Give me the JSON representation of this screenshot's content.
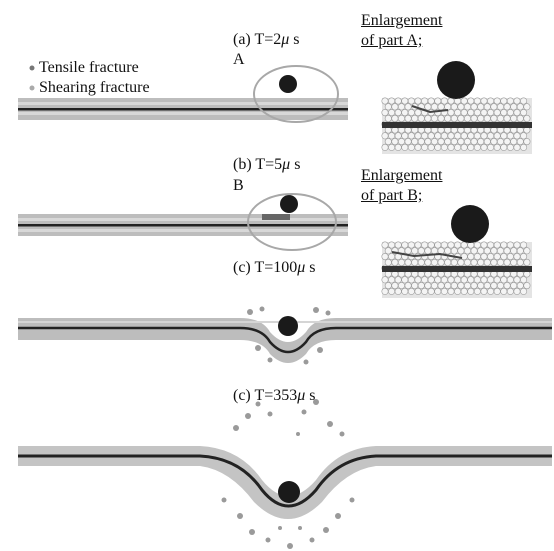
{
  "legend": {
    "tensile": "Tensile fracture",
    "shearing": "Shearing fracture"
  },
  "panels": {
    "a": {
      "prefix": "(a) T=2",
      "mu": "μ",
      "unit": "s",
      "marker": "A"
    },
    "b": {
      "prefix": "(b) T=5",
      "mu": "μ",
      "unit": "s",
      "marker": "B"
    },
    "c1": {
      "prefix": "(c) T=100",
      "mu": "μ",
      "unit": "s"
    },
    "c2": {
      "prefix": "(c) T=353",
      "mu": "μ",
      "unit": "s"
    }
  },
  "enlargements": {
    "a_line1": "Enlargement",
    "a_line2": "of part A;",
    "b_line1": "Enlargement",
    "b_line2": "of part B;"
  },
  "colors": {
    "band": "#b9b9b9",
    "core": "#222222",
    "ball": "#1a1a1a",
    "ellipse": "#a8a8a8",
    "lattice": "#c8c8c8"
  }
}
